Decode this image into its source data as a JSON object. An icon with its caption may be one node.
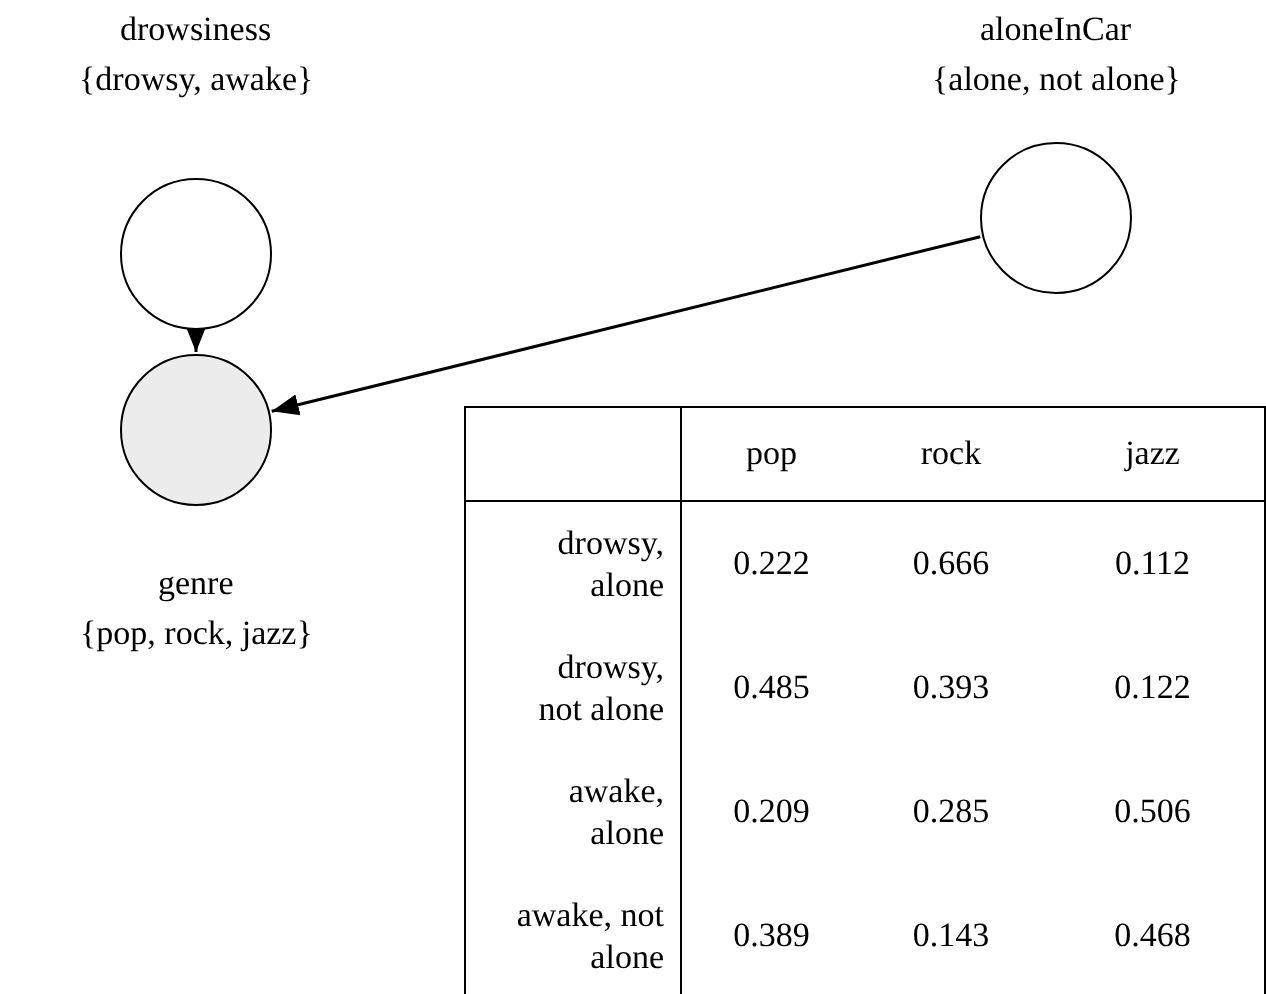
{
  "diagram": {
    "nodes": [
      {
        "text": [],
        "shape": "circle",
        "beside": [
          "drowsiness",
          "{drowsy, awake}"
        ]
      },
      {
        "text": [],
        "shape": "circle",
        "beside": [
          "aloneInCar",
          "{alone, not alone}"
        ]
      },
      {
        "text": [],
        "shape": "circle",
        "beside": [
          "genre",
          "{pop, rock, jazz}"
        ]
      }
    ],
    "edges": [
      {
        "from": 0,
        "to": 2,
        "arrow": "to"
      },
      {
        "from": 1,
        "to": 2,
        "arrow": "to"
      }
    ],
    "labels": [
      "pop",
      "rock",
      "jazz",
      "drowsy, alone",
      "0.222",
      "0.666",
      "0.112",
      "drowsy, not alone",
      "0.485",
      "0.393",
      "0.122",
      "awake, alone",
      "0.209",
      "0.285",
      "0.506",
      "awake, not alone",
      "0.389",
      "0.143",
      "0.468"
    ]
  }
}
